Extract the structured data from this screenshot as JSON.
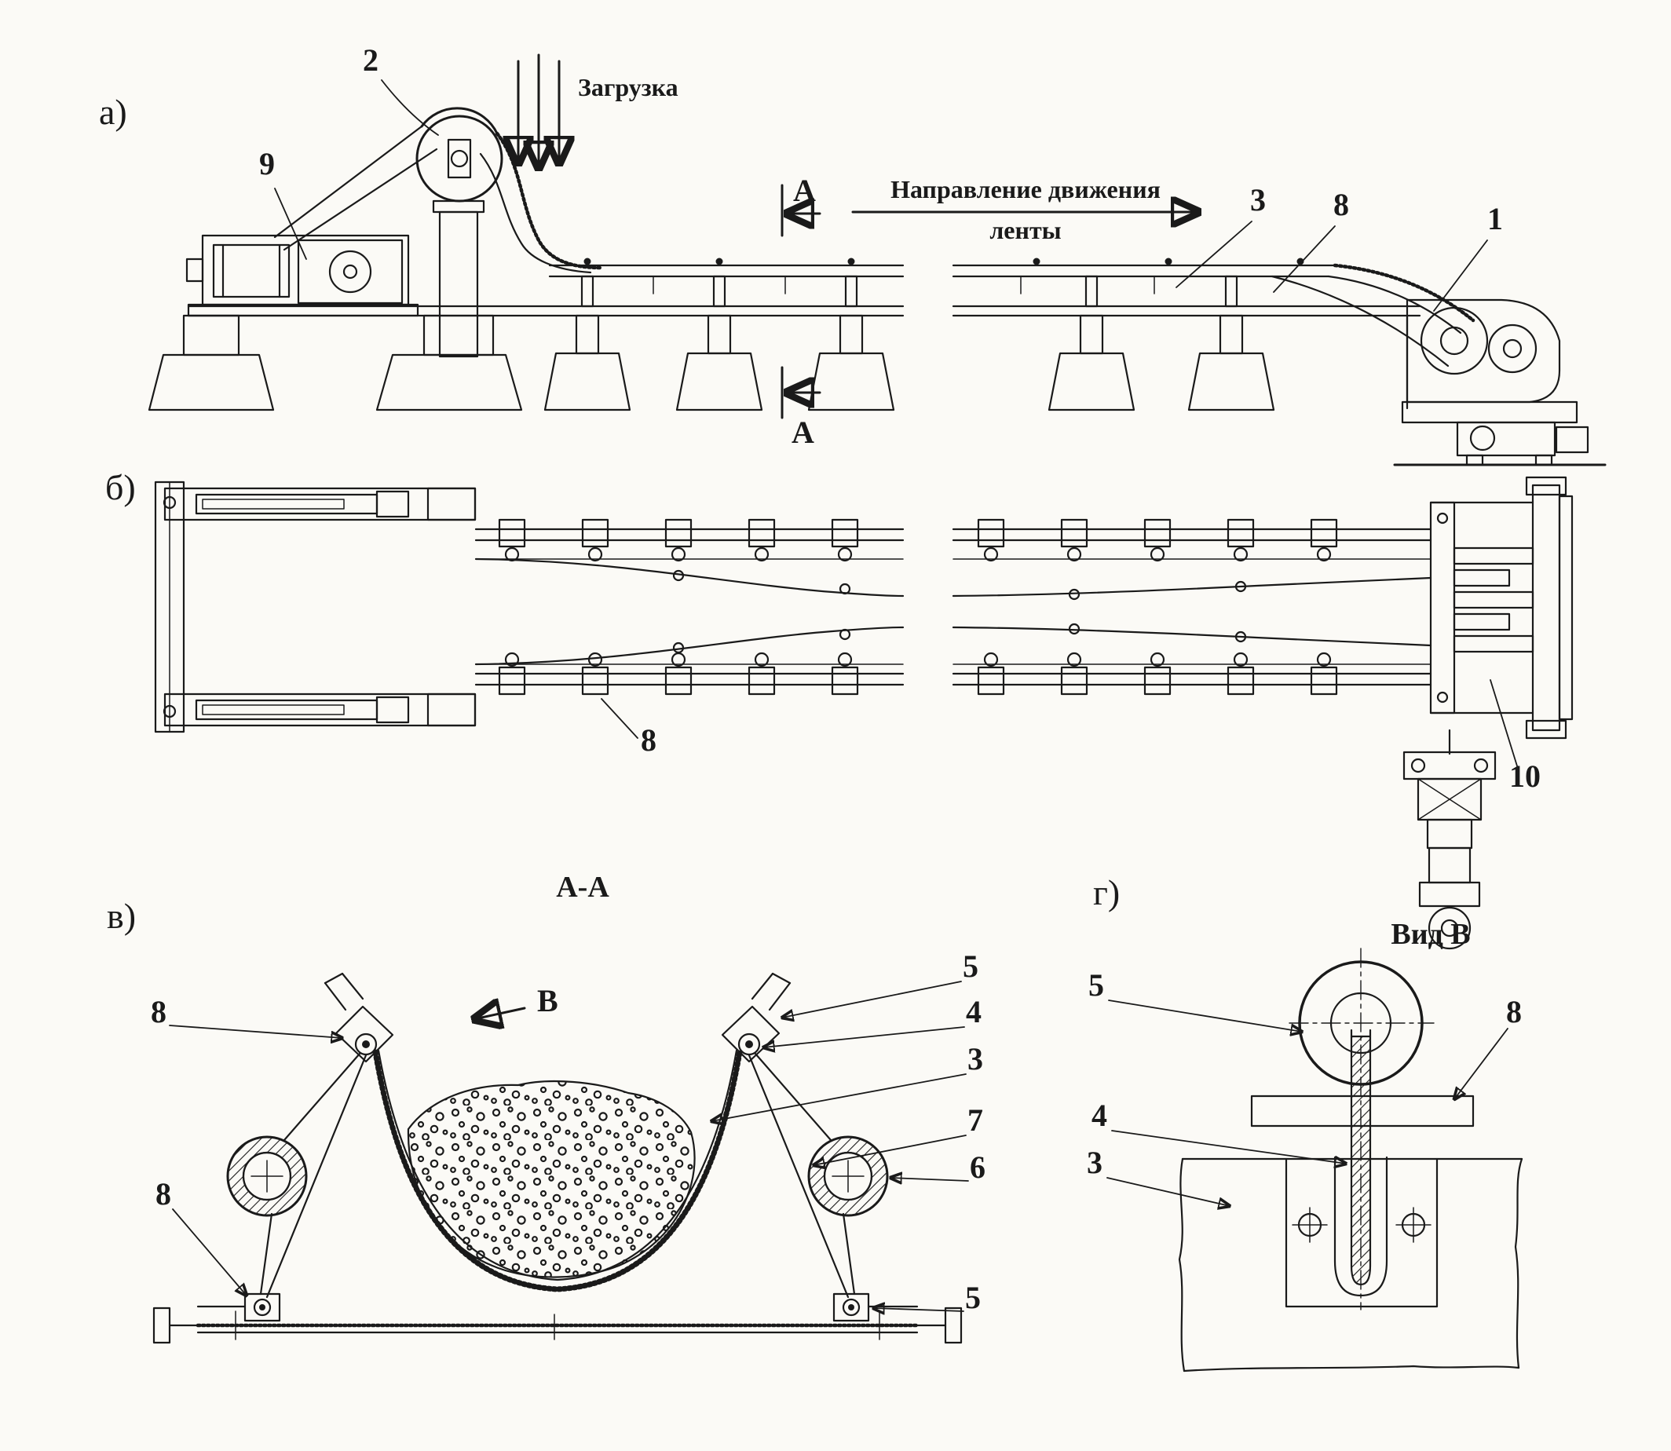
{
  "meta": {
    "paper_color": "#fbfaf6",
    "ink_color": "#1a1a1a",
    "figure_kind": "belt conveyor engineering drawing, four views"
  },
  "view_a": {
    "label": "а)",
    "loading": "Загрузка",
    "dir1": "Направление движения",
    "dir2": "ленты",
    "a_top": "А",
    "a_bottom": "А",
    "c2": "2",
    "c9": "9",
    "c3": "3",
    "c8": "8",
    "c1": "1"
  },
  "view_b": {
    "label": "б)",
    "c8": "8",
    "c10": "10"
  },
  "view_v": {
    "label": "в)",
    "title": "А-А",
    "arrow_b": "В",
    "c8_upper": "8",
    "c8_lower": "8",
    "c5_upper": "5",
    "c4": "4",
    "c3": "3",
    "c7": "7",
    "c6": "6",
    "c5_lower": "5"
  },
  "view_g": {
    "label": "г)",
    "title": "Вид В",
    "c5": "5",
    "c8": "8",
    "c4": "4",
    "c3": "3"
  }
}
